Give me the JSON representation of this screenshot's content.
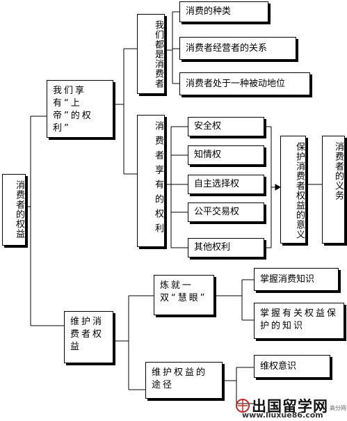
{
  "diagram": {
    "root": "消费者的权益",
    "god_rights": "我们享有“上帝”的权利”",
    "we_are_consumers": "我们都是消费者",
    "consumption_types": "消费的种类",
    "consumer_operator_relation": "消费者经营者的关系",
    "passive_position": "消费者处于一种被动地位",
    "consumers_enjoy_rights": "消费者享有的权利",
    "right_safety": "安全权",
    "right_know": "知情权",
    "right_choice": "自主选择权",
    "right_fair": "公平交易权",
    "right_other": "其他权利",
    "protect_meaning": "保护消费者权益的意义",
    "consumer_duty": "消费者的义务",
    "maintain_rights": "维护消费者权益",
    "discerning_eye": "炼就一双“慧眼”",
    "grasp_consumer_knowledge": "掌握消费知识",
    "grasp_protection_knowledge": "掌握有关权益保护的知识",
    "ways_to_maintain": "维护权益的途径",
    "rights_awareness": "维权意识"
  },
  "watermark": {
    "name": "出国留学网",
    "sub": "高分网",
    "url": "www.liuxue86.com"
  }
}
